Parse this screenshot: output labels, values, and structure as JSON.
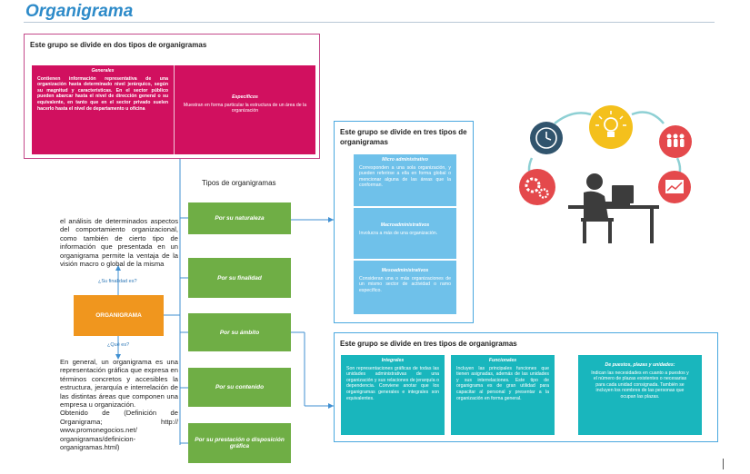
{
  "title": "Organigrama",
  "central": {
    "label": "ORGANIGRAMA",
    "heading": "Tipos de organigramas",
    "purpose_label": "¿Su finalidad es?",
    "what_label": "¿Qué es?",
    "purpose_text": "el análisis de determinados aspectos del comportamiento organizacional, como también de cierto tipo de información que presentada en un organigrama permite la ventaja de la visión macro o global de la misma",
    "definition_text": "En general, un organigrama es una representación gráfica que expresa en términos concretos y accesibles la estructura, jerarquía e interrelación de las distintas áreas que componen una empresa u organización.",
    "source_text": "Obtenido de (Definición de Organigrama; http:// www.promonegocios.net/ organigramas/definicion-organigramas.html)"
  },
  "categories": [
    "Por su naturaleza",
    "Por su finalidad",
    "Por su ámbito",
    "Por su contenido",
    "Por su prestación o disposición gráfica"
  ],
  "group_nature": {
    "heading": "Este grupo se divide en dos tipos de organigramas",
    "items": [
      {
        "title": "Generales",
        "text": "Contienen información representativa de una organización hasta determinado nivel jerárquico, según su magnitud y características. En el sector público pueden abarcar hasta el nivel de dirección general o su equivalente, en tanto que en el sector privado suelen hacerlo hasta el nivel de departamento u oficina"
      },
      {
        "title": "Específicos",
        "text": "Muestran en forma particular la estructura de un área de la organización"
      }
    ]
  },
  "group_scope": {
    "heading": "Este grupo se divide en tres tipos de organigramas",
    "items": [
      {
        "title": "Micro administrativo",
        "text": "Corresponden a una sola organización, y pueden referirse a ella en forma global o mencionar alguna de las áreas que la conforman."
      },
      {
        "title": "Macroadministrativos",
        "text": "Involucra a más de una organización."
      },
      {
        "title": "Mesoadministrativos",
        "text": "Consideran una o más organizaciones de un mismo sector de actividad o ramo específico."
      }
    ]
  },
  "group_content": {
    "heading": "Este grupo se divide en tres tipos de organigramas",
    "items": [
      {
        "title": "Integrales",
        "text": "Son representaciones gráficas de todas las unidades administrativas de una organización y sus relaciones de jerarquía o dependencia. Conviene anotar que los organigramas generales e integrales son equivalentes."
      },
      {
        "title": "Funcionales",
        "text": "Incluyen las principales funciones que tienen asignadas, además de las unidades y sus interrelaciones. Este tipo de organigrama es de gran utilidad para capacitar al personal y presentar a la organización en forma general."
      },
      {
        "title": "De puestos, plazas y unidades:",
        "text": "Indican las necesidades en cuanto a puestos y el número de plazas existentes o necesarias para cada unidad consignada. También se incluyen los nombres de las personas que ocupan las plazas."
      }
    ]
  },
  "colors": {
    "title": "#2e8bc9",
    "magenta": "#d1105f",
    "green": "#6fae45",
    "orange": "#f0961e",
    "light_blue": "#6fc1ea",
    "teal": "#19b6bd"
  }
}
